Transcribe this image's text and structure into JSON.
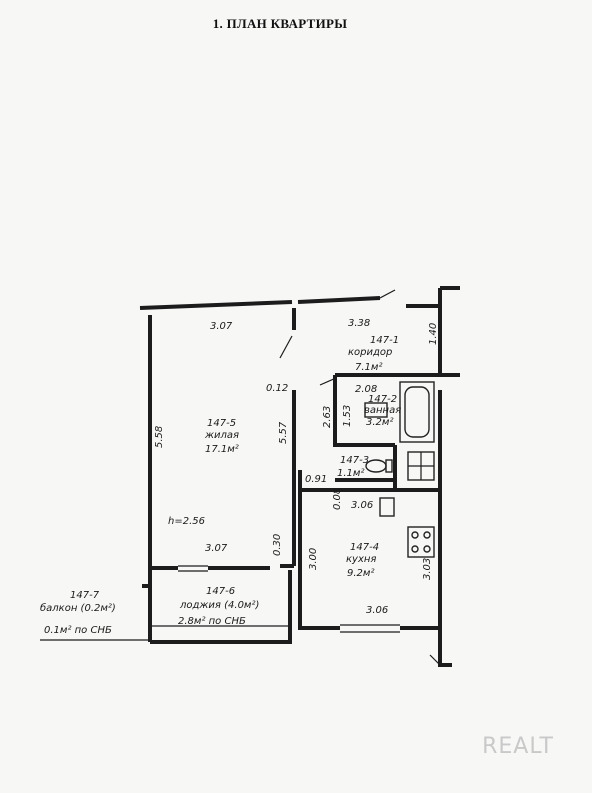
{
  "title": "1. ПЛАН КВАРТИРЫ",
  "rooms": {
    "corridor": {
      "id": "147-1",
      "name": "коридор",
      "area": "7.1м²"
    },
    "bathroom": {
      "id": "147-2",
      "name": "ванная",
      "area": "3.2м²"
    },
    "toilet": {
      "id": "147-3",
      "area": "1.1м²"
    },
    "kitchen": {
      "id": "147-4",
      "name": "кухня",
      "area": "9.2м²"
    },
    "living": {
      "id": "147-5",
      "name": "жилая",
      "area": "17.1м²"
    },
    "loggia": {
      "id": "147-6",
      "name": "лоджия (4.0м²)",
      "area_snb": "2.8м² по СНБ"
    },
    "balcony": {
      "id": "147-7",
      "name": "балкон (0.2м²)",
      "area_snb": "0.1м² по СНБ"
    }
  },
  "dimensions": {
    "living_top": "3.07",
    "living_bottom": "3.07",
    "living_left": "5.58",
    "living_right": "5.57",
    "height": "h=2.56",
    "corridor_top": "3.38",
    "corridor_right": "1.40",
    "wall_012": "0.12",
    "bath_top": "2.08",
    "bath_left": "2.63",
    "bath_inner": "1.53",
    "door_091": "0.91",
    "wall_008": "0.08",
    "kitchen_top": "3.06",
    "kitchen_bottom": "3.06",
    "kitchen_left": "3.00",
    "kitchen_right": "3.03",
    "wall_030": "0.30"
  },
  "watermark": "REALT"
}
